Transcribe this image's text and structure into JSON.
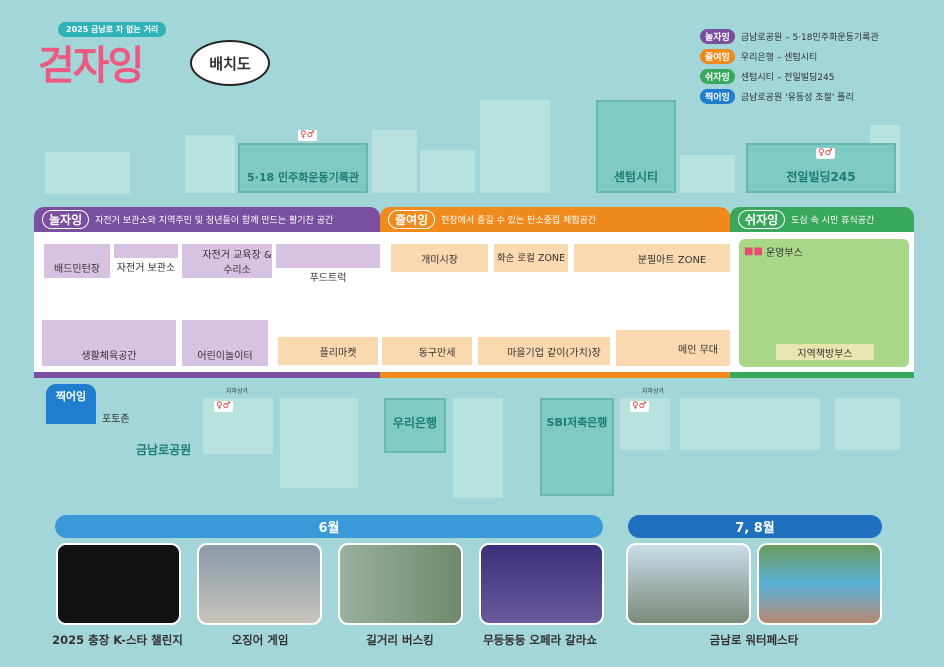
{
  "header": {
    "subtitle": "2025 금남로 차 없는 거리",
    "logo": "걷자잉",
    "speech": "배치도"
  },
  "legend": [
    {
      "tag": "놀자잉",
      "text": "금남로공원 – 5·18민주화운동기록관",
      "color": "#7b4fa0"
    },
    {
      "tag": "즐여잉",
      "text": "우리은행 – 센텀시티",
      "color": "#f08a1c"
    },
    {
      "tag": "쉬자잉",
      "text": "센텀시티 – 전일빌딩245",
      "color": "#3aa85c"
    },
    {
      "tag": "찍어잉",
      "text": "금남로공원 '유동성 조절' 폴리",
      "color": "#1f7fce"
    }
  ],
  "buildings": {
    "b518": "5·18 민주화운동기록관",
    "centum": "센텀시티",
    "jeonil": "전일빌딩245",
    "woori": "우리은행",
    "sbi": "SBI저축은행",
    "park": "금남로공원",
    "underground": "지하상가"
  },
  "zones": {
    "play": {
      "tag": "놀자잉",
      "desc": "자전거 보관소와 지역주민 및 청년들이 함께 만드는 활기찬 공간",
      "items": [
        "배드민턴장",
        "자전거 보관소",
        "자전거 교육장 &수리소",
        "푸드트럭",
        "생활체육공간",
        "어린이놀이터"
      ]
    },
    "enjoy": {
      "tag": "즐여잉",
      "desc": "현장에서 즐길 수 있는 탄소중립 체험공간",
      "items": [
        "개미시장",
        "화순 로컬 ZONE",
        "분필아트 ZONE",
        "플리마켓",
        "동구만세",
        "마을기업 같이(가치)장",
        "메인 무대"
      ]
    },
    "rest": {
      "tag": "쉬자잉",
      "desc": "도심 속 시민 휴식공간",
      "items": [
        "운영부스",
        "지역책방부스"
      ]
    },
    "photo": {
      "tag": "찍어잉",
      "item": "포토존"
    }
  },
  "schedule": {
    "june": "6월",
    "julaug": "7, 8월",
    "events": [
      "2025 충장 K-스타 챌린지",
      "오징어 게임",
      "길거리 버스킹",
      "무등둥둥 오페라 갈라쇼",
      "금남로 워터페스타"
    ]
  }
}
